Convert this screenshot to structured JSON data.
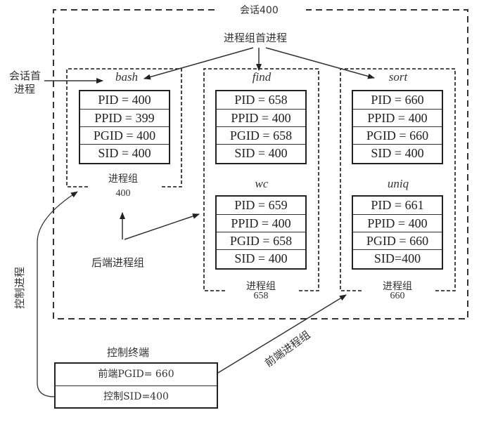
{
  "session": {
    "label": "会话400",
    "session_leader_label_line1": "会话首",
    "session_leader_label_line2": "进程",
    "group_leader_label": "进程组首进程",
    "background_group_label": "后端进程组",
    "controlling_process_label": "控制进程",
    "foreground_group_label": "前端进程组"
  },
  "process_groups": [
    {
      "label": "进程组",
      "pgid": "400",
      "processes": [
        {
          "name": "bash",
          "fields": [
            "PID = 400",
            "PPID = 399",
            "PGID = 400",
            "SID = 400"
          ]
        }
      ]
    },
    {
      "label": "进程组",
      "pgid": "658",
      "processes": [
        {
          "name": "find",
          "fields": [
            "PID = 658",
            "PPID = 400",
            "PGID = 658",
            "SID = 400"
          ]
        },
        {
          "name": "wc",
          "fields": [
            "PID = 659",
            "PPID = 400",
            "PGID = 658",
            "SID = 400"
          ]
        }
      ]
    },
    {
      "label": "进程组",
      "pgid": "660",
      "processes": [
        {
          "name": "sort",
          "fields": [
            "PID = 660",
            "PPID = 400",
            "PGID = 660",
            "SID = 400"
          ]
        },
        {
          "name": "uniq",
          "fields": [
            "PID = 661",
            "PPID = 400",
            "PGID = 660",
            "SID=400"
          ]
        }
      ]
    }
  ],
  "terminal": {
    "title": "控制终端",
    "rows": [
      "前端PGID=  660",
      "控制SID=400"
    ]
  }
}
